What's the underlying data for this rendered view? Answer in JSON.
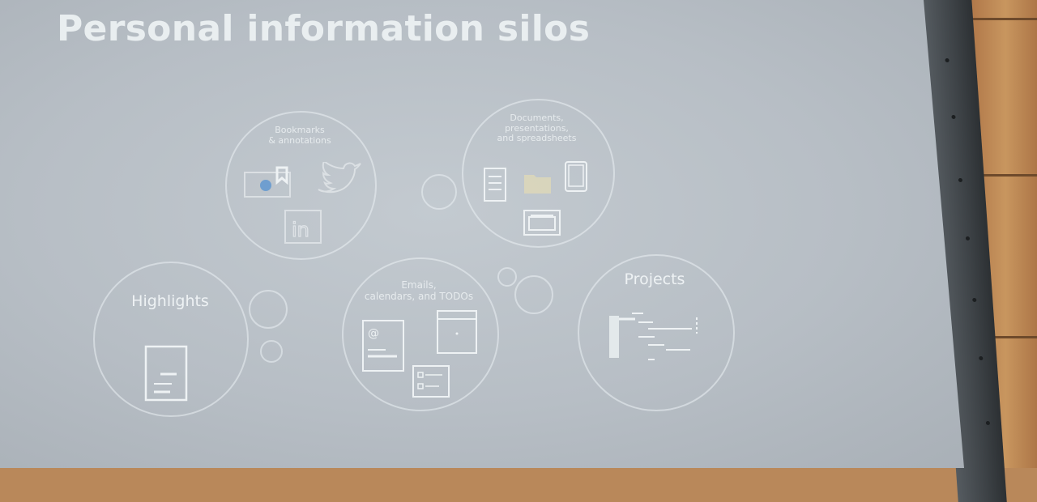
{
  "slide": {
    "title": "Personal information silos",
    "bubbles": {
      "bookmarks": {
        "line1": "Bookmarks",
        "line2": "& annotations"
      },
      "documents": {
        "line1": "Documents,",
        "line2": "presentations,",
        "line3": "and spreadsheets"
      },
      "highlights": {
        "label": "Highlights"
      },
      "emails": {
        "line1": "Emails,",
        "line2": "calendars, and TODOs"
      },
      "projects": {
        "label": "Projects"
      }
    }
  },
  "colors": {
    "screen": "#bcc3c9",
    "text": "#eef2f4",
    "wood": "#b9885a",
    "frame": "#3d4246"
  },
  "icons": [
    "bookmark-icon",
    "twitter-icon",
    "linkedin-icon",
    "document-icon",
    "folder-icon",
    "tablet-icon",
    "presentation-icon",
    "highlight-note-icon",
    "email-icon",
    "calendar-icon",
    "todo-icon",
    "gantt-icon"
  ]
}
